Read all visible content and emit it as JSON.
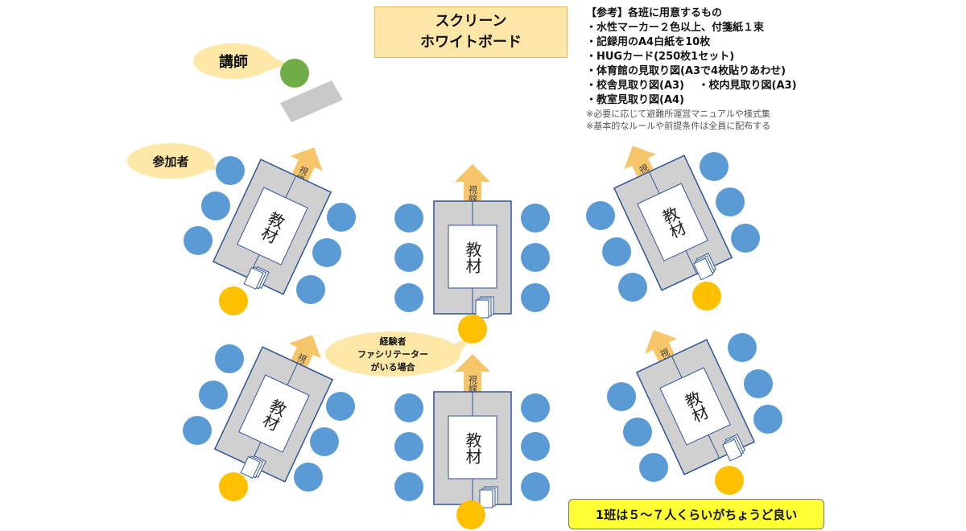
{
  "screen": {
    "line1": "スクリーン",
    "line2": "ホワイトボード"
  },
  "lecturer_label": "講師",
  "participant_label": "参加者",
  "experienced": {
    "line1": "経験者",
    "line2": "ファシリテーター",
    "line3": "がいる場合"
  },
  "table_label": "教材",
  "gaze_label": "視線",
  "notes": {
    "title": "【参考】各班に用意するもの",
    "items": [
      "・水性マーカー２色以上、付箋紙１束",
      "・記録用のA4白紙を10枚",
      "・HUGカード(250枚1セット)",
      "・体育館の見取り図(A3で4枚貼りあわせ)",
      "・校舎見取り図(A3)　 ・校内見取り図(A3)",
      "・教室見取り図(A4)"
    ],
    "remarks": [
      "※必要に応じて避難所運営マニュアルや様式集",
      "※基本的なルールや前提条件は全員に配布する"
    ]
  },
  "footer": "1班は５～７人くらいがちょうど良い",
  "colors": {
    "participant": "#5b9bd5",
    "facilitator": "#ffc000",
    "lecturer": "#70ad47",
    "table": "#d0d0d0",
    "table_border": "#2f5597",
    "arrow": "#f7c56a",
    "callout": "#fde8a8",
    "screen_bg": "#fde7a8",
    "footer_bg": "#ffff33"
  }
}
